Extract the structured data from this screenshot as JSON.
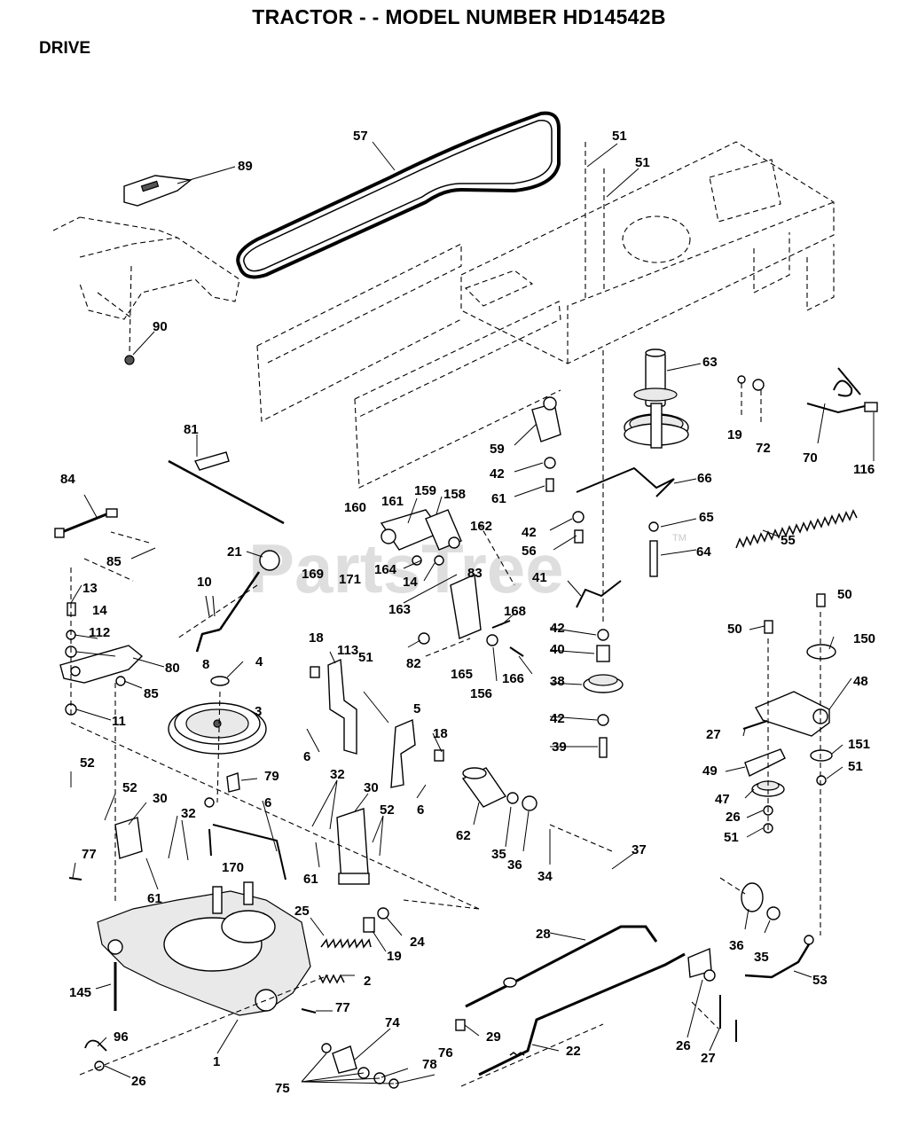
{
  "title": "TRACTOR - - MODEL NUMBER HD14542B",
  "section": "DRIVE",
  "watermark": "PartsTree",
  "watermark_tm": "TM",
  "callouts": [
    {
      "id": "57",
      "text": "57"
    },
    {
      "id": "89",
      "text": "89"
    },
    {
      "id": "51a",
      "text": "51"
    },
    {
      "id": "51b",
      "text": "51"
    },
    {
      "id": "90",
      "text": "90"
    },
    {
      "id": "63",
      "text": "63"
    },
    {
      "id": "19a",
      "text": "19"
    },
    {
      "id": "72",
      "text": "72"
    },
    {
      "id": "70",
      "text": "70"
    },
    {
      "id": "116",
      "text": "116"
    },
    {
      "id": "81",
      "text": "81"
    },
    {
      "id": "59",
      "text": "59"
    },
    {
      "id": "42a",
      "text": "42"
    },
    {
      "id": "61a",
      "text": "61"
    },
    {
      "id": "66",
      "text": "66"
    },
    {
      "id": "84",
      "text": "84"
    },
    {
      "id": "159",
      "text": "159"
    },
    {
      "id": "158",
      "text": "158"
    },
    {
      "id": "160",
      "text": "160"
    },
    {
      "id": "161",
      "text": "161"
    },
    {
      "id": "162",
      "text": "162"
    },
    {
      "id": "42b",
      "text": "42"
    },
    {
      "id": "65",
      "text": "65"
    },
    {
      "id": "55",
      "text": "55"
    },
    {
      "id": "85a",
      "text": "85"
    },
    {
      "id": "21",
      "text": "21"
    },
    {
      "id": "169",
      "text": "169"
    },
    {
      "id": "171",
      "text": "171"
    },
    {
      "id": "164",
      "text": "164"
    },
    {
      "id": "14a",
      "text": "14"
    },
    {
      "id": "56",
      "text": "56"
    },
    {
      "id": "64",
      "text": "64"
    },
    {
      "id": "10",
      "text": "10"
    },
    {
      "id": "83",
      "text": "83"
    },
    {
      "id": "41",
      "text": "41"
    },
    {
      "id": "13",
      "text": "13"
    },
    {
      "id": "163",
      "text": "163"
    },
    {
      "id": "168",
      "text": "168"
    },
    {
      "id": "50a",
      "text": "50"
    },
    {
      "id": "14b",
      "text": "14"
    },
    {
      "id": "42c",
      "text": "42"
    },
    {
      "id": "50b",
      "text": "50"
    },
    {
      "id": "150",
      "text": "150"
    },
    {
      "id": "112",
      "text": "112"
    },
    {
      "id": "18a",
      "text": "18"
    },
    {
      "id": "113",
      "text": "113"
    },
    {
      "id": "40",
      "text": "40"
    },
    {
      "id": "8",
      "text": "8"
    },
    {
      "id": "4",
      "text": "4"
    },
    {
      "id": "80",
      "text": "80"
    },
    {
      "id": "82",
      "text": "82"
    },
    {
      "id": "165",
      "text": "165"
    },
    {
      "id": "166",
      "text": "166"
    },
    {
      "id": "51c",
      "text": "51"
    },
    {
      "id": "156",
      "text": "156"
    },
    {
      "id": "38",
      "text": "38"
    },
    {
      "id": "48",
      "text": "48"
    },
    {
      "id": "85b",
      "text": "85"
    },
    {
      "id": "3",
      "text": "3"
    },
    {
      "id": "5",
      "text": "5"
    },
    {
      "id": "11",
      "text": "11"
    },
    {
      "id": "42d",
      "text": "42"
    },
    {
      "id": "27a",
      "text": "27"
    },
    {
      "id": "18b",
      "text": "18"
    },
    {
      "id": "6a",
      "text": "6"
    },
    {
      "id": "39",
      "text": "39"
    },
    {
      "id": "151",
      "text": "151"
    },
    {
      "id": "52a",
      "text": "52"
    },
    {
      "id": "79",
      "text": "79"
    },
    {
      "id": "49",
      "text": "49"
    },
    {
      "id": "51d",
      "text": "51"
    },
    {
      "id": "32a",
      "text": "32"
    },
    {
      "id": "52b",
      "text": "52"
    },
    {
      "id": "30a",
      "text": "30"
    },
    {
      "id": "6b",
      "text": "6"
    },
    {
      "id": "30b",
      "text": "30"
    },
    {
      "id": "6c",
      "text": "6"
    },
    {
      "id": "47",
      "text": "47"
    },
    {
      "id": "52c",
      "text": "52"
    },
    {
      "id": "32b",
      "text": "32"
    },
    {
      "id": "62",
      "text": "62"
    },
    {
      "id": "26a",
      "text": "26"
    },
    {
      "id": "51e",
      "text": "51"
    },
    {
      "id": "35a",
      "text": "35"
    },
    {
      "id": "36a",
      "text": "36"
    },
    {
      "id": "170",
      "text": "170"
    },
    {
      "id": "61b",
      "text": "61"
    },
    {
      "id": "37",
      "text": "37"
    },
    {
      "id": "77a",
      "text": "77"
    },
    {
      "id": "61c",
      "text": "61"
    },
    {
      "id": "34",
      "text": "34"
    },
    {
      "id": "25",
      "text": "25"
    },
    {
      "id": "24",
      "text": "24"
    },
    {
      "id": "36b",
      "text": "36"
    },
    {
      "id": "28",
      "text": "28"
    },
    {
      "id": "19b",
      "text": "19"
    },
    {
      "id": "35b",
      "text": "35"
    },
    {
      "id": "2",
      "text": "2"
    },
    {
      "id": "53",
      "text": "53"
    },
    {
      "id": "145",
      "text": "145"
    },
    {
      "id": "77b",
      "text": "77"
    },
    {
      "id": "74",
      "text": "74"
    },
    {
      "id": "29",
      "text": "29"
    },
    {
      "id": "96",
      "text": "96"
    },
    {
      "id": "78",
      "text": "78"
    },
    {
      "id": "76",
      "text": "76"
    },
    {
      "id": "22",
      "text": "22"
    },
    {
      "id": "26b",
      "text": "26"
    },
    {
      "id": "27b",
      "text": "27"
    },
    {
      "id": "1",
      "text": "1"
    },
    {
      "id": "26c",
      "text": "26"
    },
    {
      "id": "75",
      "text": "75"
    }
  ]
}
